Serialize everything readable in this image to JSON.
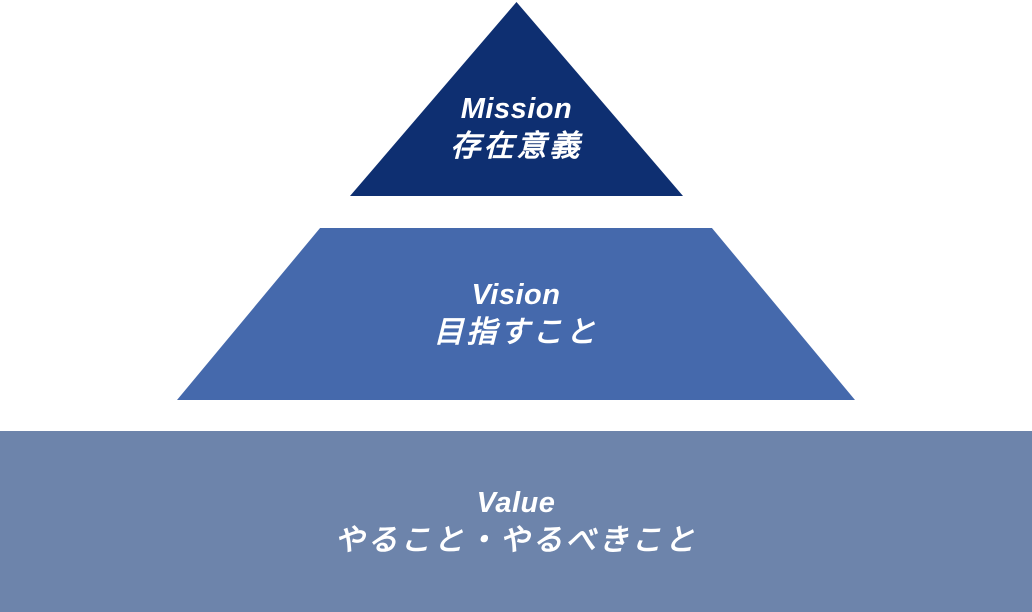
{
  "pyramid": {
    "background_color": "#FFFFFF",
    "text_color": "#FFFFFF",
    "layers": [
      {
        "id": "mission",
        "shape": "triangle",
        "label_en": "Mission",
        "label_ja": "存在意義",
        "color": "#0E2F71"
      },
      {
        "id": "vision",
        "shape": "trapezoid",
        "label_en": "Vision",
        "label_ja": "目指すこと",
        "color": "#4569AC"
      },
      {
        "id": "value",
        "shape": "band",
        "label_en": "Value",
        "label_ja": "やること・やるべきこと",
        "color": "#6D84AB"
      }
    ]
  }
}
